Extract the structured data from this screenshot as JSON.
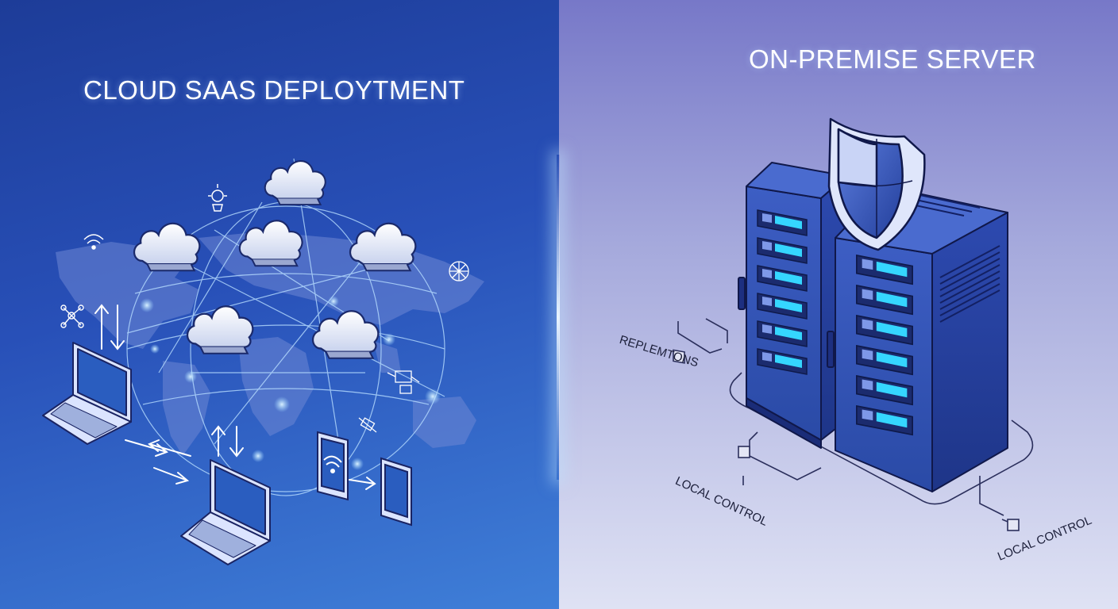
{
  "left": {
    "title": "CLOUD SAAS DEPLOYTMENT",
    "background": [
      "#1d3c98",
      "#3f7fd8"
    ],
    "icons": [
      "cloud-icon",
      "laptop-icon",
      "smartphone-icon",
      "wifi-icon",
      "world-map-icon",
      "arrow-icon",
      "network-icon"
    ]
  },
  "right": {
    "title": "ON-PREMISE SERVER",
    "background": [
      "#7778c8",
      "#dfe2f4"
    ],
    "labels": {
      "replications": "REPLEMTONS",
      "local_control_1": "LOCAL CONTROL",
      "local_control_2": "LOCAL CONTROL"
    },
    "icons": [
      "shield-icon",
      "server-rack-icon",
      "node-icon"
    ]
  },
  "colors": {
    "server_body": "#2f4fae",
    "server_dark": "#1c2f78",
    "drive_light": "#35d6ff",
    "cloud_fill": "#e8ecf8",
    "glow": "#9fd8ff"
  }
}
